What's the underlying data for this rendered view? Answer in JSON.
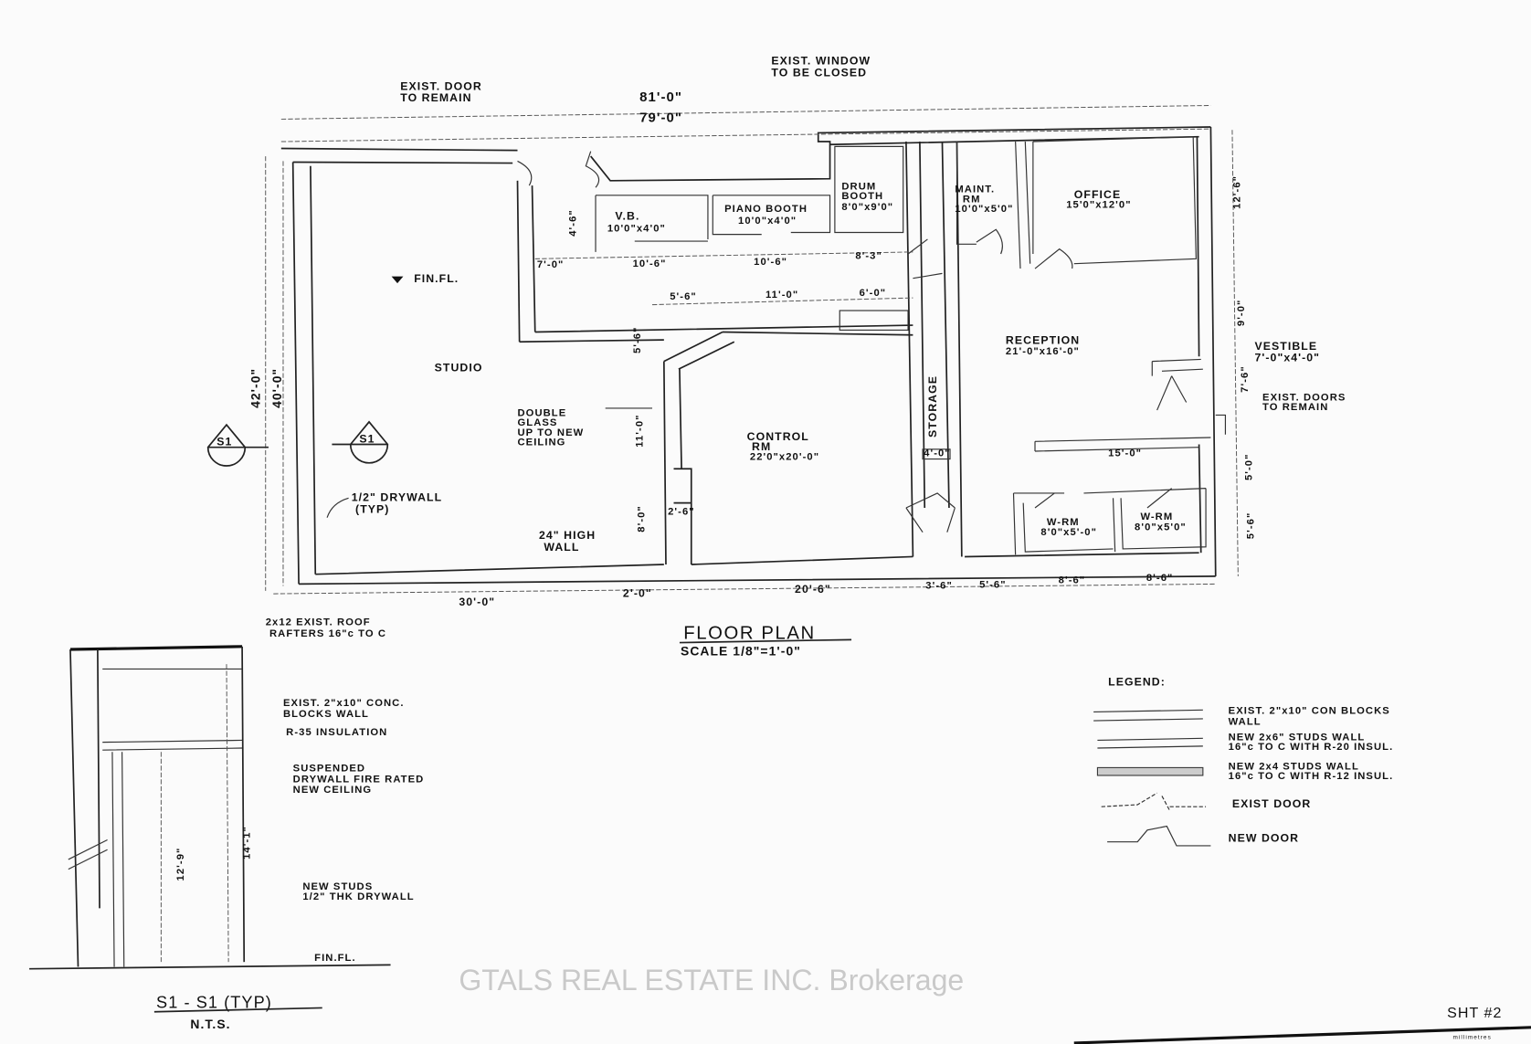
{
  "drawing": {
    "top_notes": {
      "exist_door": [
        "EXIST. DOOR",
        "TO REMAIN"
      ],
      "exist_window": [
        "EXIST. WINDOW",
        "TO BE CLOSED"
      ],
      "overall_outer": "81'-0\"",
      "overall_inner": "79'-0\""
    },
    "rooms": {
      "drum_booth": [
        "DRUM",
        "BOOTH",
        "8'0\"x9'0\""
      ],
      "maint_rm": [
        "MAINT.",
        "RM",
        "10'0\"x5'0\""
      ],
      "office": [
        "OFFICE",
        "15'0\"x12'0\""
      ],
      "vb": [
        "V.B.",
        "10'0\"x4'0\""
      ],
      "piano_booth": [
        "PIANO BOOTH",
        "10'0\"x4'0\""
      ],
      "studio": "STUDIO",
      "reception": [
        "RECEPTION",
        "21'-0\"x16'-0\""
      ],
      "vestible": [
        "VESTIBLE",
        "7'-0\"x4'-0\""
      ],
      "control_rm": [
        "CONTROL",
        "RM",
        "22'0\"x20'-0\""
      ],
      "storage": "STORAGE",
      "w_rm_1": [
        "W-RM",
        "8'0\"x5'-0\""
      ],
      "w_rm_2": [
        "W-RM",
        "8'0\"x5'0\""
      ]
    },
    "notes": {
      "fin_fl": "FIN.FL.",
      "exist_doors": [
        "EXIST. DOORS",
        "TO REMAIN"
      ],
      "double_glass": [
        "DOUBLE",
        "GLASS",
        "UP TO NEW",
        "CEILING"
      ],
      "drywall": [
        "1/2\" DRYWALL",
        "(TYP)"
      ],
      "high_wall": [
        "24\" HIGH",
        "WALL"
      ],
      "section_marker": "S1"
    },
    "dimensions": {
      "d_4_6": "4'-6\"",
      "d_7_0": "7'-0\"",
      "d_10_6a": "10'-6\"",
      "d_10_6b": "10'-6\"",
      "d_8_3": "8'-3\"",
      "d_5_6a": "5'-6\"",
      "d_11_0a": "11'-0\"",
      "d_6_0": "6'-0\"",
      "d_5_6b": "5'-6\"",
      "d_12_6": "12'-6\"",
      "d_9_0": "9'-0\"",
      "d_7_6": "7'-6\"",
      "d_42_0": "42'-0\"",
      "d_40_0": "40'-0\"",
      "d_11_0b": "11'-0\"",
      "d_4_0": "4'-0\"",
      "d_15_0": "15'-0\"",
      "d_5_0": "5'-0\"",
      "d_5_6c": "5'-6\"",
      "d_8_0": "8'-0\"",
      "d_2_6": "2'-6\"",
      "d_30_0": "30'-0\"",
      "d_2_0": "2'-0\"",
      "d_20_6": "20'-6\"",
      "d_3_6": "3'-6\"",
      "d_5_6d": "5'-6\"",
      "d_8_6a": "8'-6\"",
      "d_8_6b": "8'-6\""
    },
    "title": "FLOOR PLAN",
    "scale": "SCALE 1/8\"=1'-0\"",
    "section": {
      "rafters": [
        "2x12 EXIST. ROOF",
        "RAFTERS 16\"c TO C"
      ],
      "blocks": [
        "EXIST. 2\"x10\" CONC.",
        "BLOCKS WALL"
      ],
      "insulation": "R-35 INSULATION",
      "ceiling": [
        "SUSPENDED",
        "DRYWALL FIRE RATED",
        "NEW CEILING"
      ],
      "h_12_9": "12'-9\"",
      "h_14_1": "14'-1\"",
      "studs": [
        "NEW STUDS",
        "1/2\" THK DRYWALL"
      ],
      "fin_fl": "FIN.FL.",
      "title": "S1 - S1 (TYP)",
      "nts": "N.T.S."
    },
    "legend": {
      "heading": "LEGEND:",
      "items": [
        [
          "EXIST. 2\"x10\" CON BLOCKS",
          "WALL"
        ],
        [
          "NEW 2x6\" STUDS WALL",
          "16\"c TO C WITH R-20 INSUL."
        ],
        [
          "NEW 2x4 STUDS WALL",
          "16\"c TO C WITH R-12 INSUL."
        ],
        [
          "EXIST DOOR"
        ],
        [
          "NEW DOOR"
        ]
      ]
    },
    "sheet": "SHT #2",
    "ruler_label": "millimetres",
    "watermark": "GTALS REAL ESTATE INC. Brokerage"
  }
}
